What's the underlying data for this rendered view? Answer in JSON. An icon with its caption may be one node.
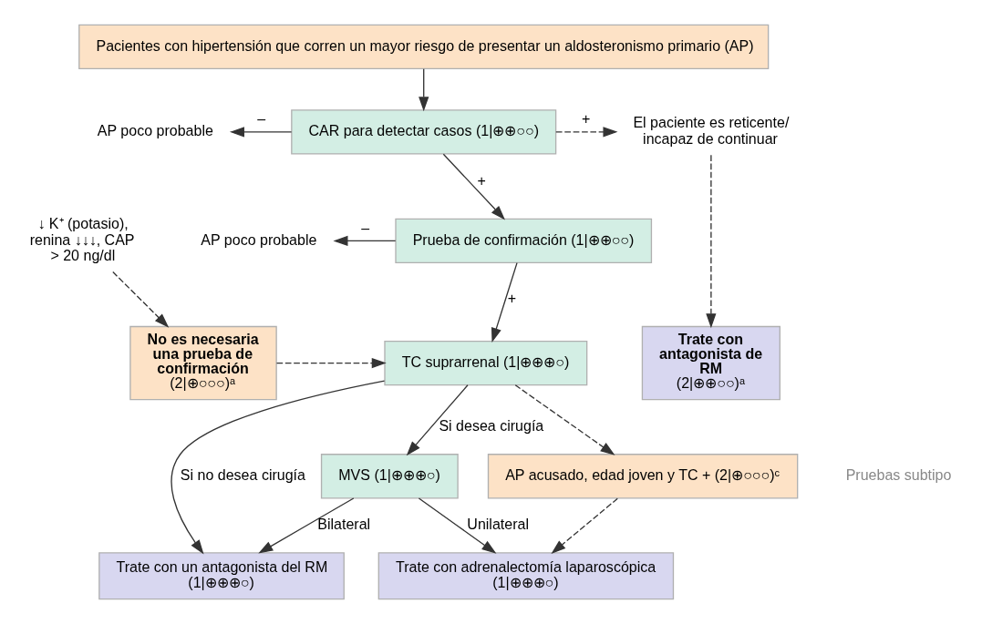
{
  "diagram": {
    "nodes": [
      {
        "text": [
          "Pacientes con hipertensión que corren un mayor riesgo de presentar un aldosteronismo primario (AP)"
        ]
      },
      {
        "text": [
          "AP poco probable"
        ]
      },
      {
        "text": [
          "CAR para detectar casos (1|⊕⊕○○)"
        ]
      },
      {
        "text": [
          "El paciente es reticente/ incapaz de continuar"
        ]
      },
      {
        "text": [
          "↓ K⁺ (potasio), renina ↓↓↓, CAP > 20 ng/dl"
        ]
      },
      {
        "text": [
          "AP poco probable"
        ]
      },
      {
        "text": [
          "Prueba de confirmación (1|⊕⊕○○)"
        ]
      },
      {
        "text": [
          "No es necesaria una prueba de confirmación",
          "(2|⊕○○○)ᵃ"
        ]
      },
      {
        "text": [
          "Trate con antagonista de RM",
          "(2|⊕⊕○○)ᵃ"
        ]
      },
      {
        "text": [
          "TC suprarrenal (1|⊕⊕⊕○)"
        ]
      },
      {
        "text": [
          "MVS (1|⊕⊕⊕○)"
        ]
      },
      {
        "text": [
          "AP acusado, edad joven y TC + (2|⊕○○○)ᶜ"
        ]
      },
      {
        "text": [
          "Trate con un antagonista del RM",
          "(1|⊕⊕⊕○)"
        ]
      },
      {
        "text": [
          "Trate con adrenalectomía laparoscópica",
          "(1|⊕⊕⊕○)"
        ]
      }
    ],
    "edges": [
      {
        "from": 0,
        "to": 2,
        "arrow": "to"
      },
      {
        "from": 2,
        "to": 1,
        "arrow": "to",
        "label": "–"
      },
      {
        "from": 2,
        "to": 3,
        "arrow": "to",
        "label": "+",
        "style": "dashed"
      },
      {
        "from": 4,
        "to": 7,
        "arrow": "to",
        "style": "dashed"
      },
      {
        "from": 3,
        "to": 8,
        "arrow": "to",
        "style": "dashed"
      },
      {
        "from": 2,
        "to": 6,
        "arrow": "to",
        "label": "+"
      },
      {
        "from": 6,
        "to": 5,
        "arrow": "to",
        "label": "–"
      },
      {
        "from": 6,
        "to": 9,
        "arrow": "to",
        "label": "+"
      },
      {
        "from": 7,
        "to": 9,
        "arrow": "to",
        "style": "dashed"
      },
      {
        "from": 9,
        "to": 10,
        "arrow": "to",
        "label": "Si desea cirugía"
      },
      {
        "from": 9,
        "to": 11,
        "arrow": "to",
        "style": "dashed"
      },
      {
        "from": 9,
        "to": 12,
        "arrow": "to",
        "label": "Si no desea cirugía"
      },
      {
        "from": 10,
        "to": 12,
        "arrow": "to",
        "label": "Bilateral"
      },
      {
        "from": 10,
        "to": 13,
        "arrow": "to",
        "label": "Unilateral"
      },
      {
        "from": 11,
        "to": 13,
        "arrow": "to",
        "style": "dashed"
      }
    ],
    "labels": [
      "Pruebas subtipo"
    ]
  }
}
